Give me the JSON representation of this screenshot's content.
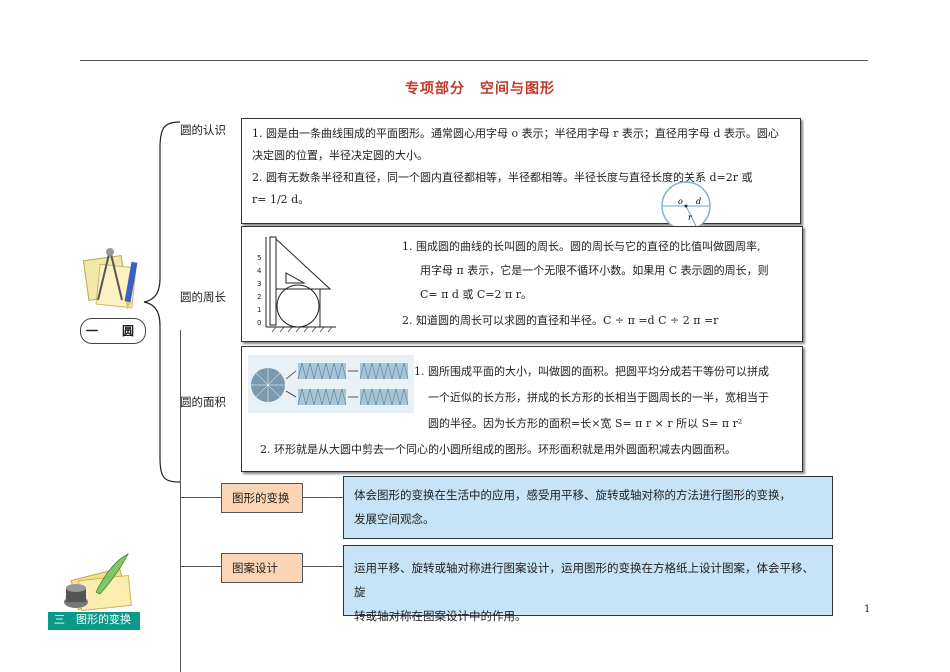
{
  "page": {
    "title": "专项部分　空间与图形",
    "page_number": "1"
  },
  "section_one": {
    "label": "一　圆",
    "topics": [
      {
        "label": "圆的认识",
        "lines": [
          "1.  圆是由一条曲线围成的平面图形。通常圆心用字母 o 表示；半径用字母 r 表示；直径用字母 d 表示。圆心",
          "决定圆的位置，半径决定圆的大小。",
          "2.      圆有无数条半径和直径，同一个圆内直径都相等，半径都相等。半径长度与直径长度的关系 d=2r 或",
          "r= 1/2 d。"
        ],
        "figure_labels": {
          "o": "o",
          "d": "d",
          "r": "r"
        }
      },
      {
        "label": "圆的周长",
        "lines": [
          "1.  围成圆的曲线的长叫圆的周长。圆的周长与它的直径的比值叫做圆周率,",
          "用字母 π 表示，它是一个无限不循环小数。如果用 C 表示圆的周长，则",
          "C= π d 或 C=2 π r。",
          "2. 知道圆的周长可以求圆的直径和半径。C ÷ π =d  C ÷ 2 π =r"
        ],
        "ruler_ticks": [
          "5",
          "4",
          "3",
          "2",
          "1",
          "0"
        ]
      },
      {
        "label": "圆的面积",
        "lines": [
          "1.  圆所围成平面的大小，叫做圆的面积。把圆平均分成若干等份可以拼成",
          "一个近似的长方形，拼成的长方形的长相当于圆周长的一半，宽相当于",
          "圆的半径。因为长方形的面积=长×宽      S= π r × r    所以 S= π r²",
          "2. 环形就是从大圆中剪去一个同心的小圆所组成的图形。环形面积就是用外圆面积减去内圆面积。"
        ]
      }
    ]
  },
  "section_three": {
    "banner": "三　图形的变换",
    "items": [
      {
        "tag": "图形的变换",
        "text_lines": [
          "体会图形的变换在生活中的应用，感受用平移、旋转或轴对称的方法进行图形的变换，",
          "发展空间观念。"
        ]
      },
      {
        "tag": "图案设计",
        "text_lines": [
          "运用平移、旋转或轴对称进行图案设计，运用图形的变换在方格纸上设计图案，体会平移、旋",
          "转或轴对称在图案设计中的作用。"
        ]
      }
    ]
  },
  "colors": {
    "title": "#c0392b",
    "tag_fill": "#fbd5b5",
    "blue_fill": "#c6e3f7",
    "banner": "#0a9a8a"
  }
}
